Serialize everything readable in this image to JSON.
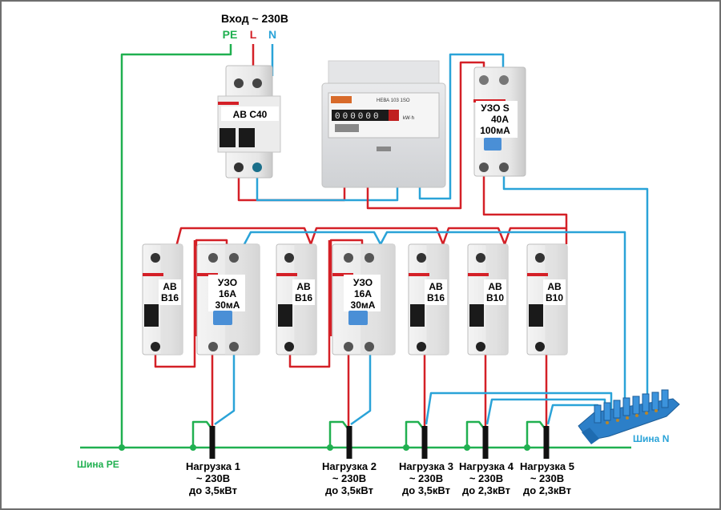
{
  "title": "Вход ~ 230В",
  "input_terminals": {
    "pe": "PE",
    "l": "L",
    "n": "N"
  },
  "colors": {
    "phase": "#d42027",
    "neutral": "#2aa3d8",
    "ground": "#20b050",
    "cable": "#111111",
    "busbar": "#2c7fc8",
    "device_body": "#e9e9e9",
    "frame": "#6e6e6e"
  },
  "main_breaker": {
    "line1": "АВ С40"
  },
  "meter": {
    "model": "НЕВА 103 1SO",
    "reading": "000000",
    "unit": "kW·h"
  },
  "main_rcd": {
    "line1": "УЗО S",
    "line2": "40A",
    "line3": "100мА"
  },
  "devices": [
    {
      "type": "breaker",
      "line1": "АВ",
      "line2": "В16"
    },
    {
      "type": "rcd",
      "line1": "УЗО",
      "line2": "16А",
      "line3": "30мА"
    },
    {
      "type": "breaker",
      "line1": "АВ",
      "line2": "В16"
    },
    {
      "type": "rcd",
      "line1": "УЗО",
      "line2": "16А",
      "line3": "30мА"
    },
    {
      "type": "breaker",
      "line1": "АВ",
      "line2": "В16"
    },
    {
      "type": "breaker",
      "line1": "АВ",
      "line2": "В10"
    },
    {
      "type": "breaker",
      "line1": "АВ",
      "line2": "В10"
    }
  ],
  "loads": [
    {
      "name": "Нагрузка 1",
      "voltage": "~ 230В",
      "power": "до 3,5кВт"
    },
    {
      "name": "Нагрузка 2",
      "voltage": "~ 230В",
      "power": "до 3,5кВт"
    },
    {
      "name": "Нагрузка 3",
      "voltage": "~ 230В",
      "power": "до 3,5кВт"
    },
    {
      "name": "Нагрузка 4",
      "voltage": "~ 230В",
      "power": "до 2,3кВт"
    },
    {
      "name": "Нагрузка 5",
      "voltage": "~ 230В",
      "power": "до 2,3кВт"
    }
  ],
  "bus_pe_label": "Шина PE",
  "bus_n_label": "Шина N"
}
